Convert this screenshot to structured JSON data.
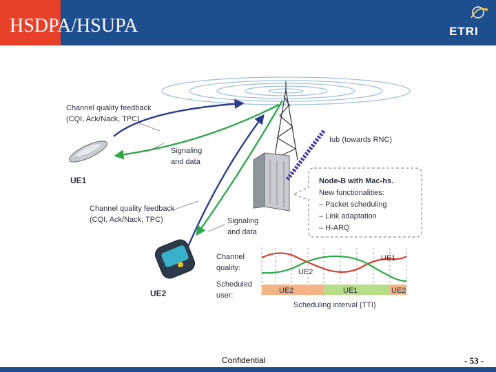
{
  "slide": {
    "title": "HSDPA/HSUPA",
    "logo": "ETRI",
    "footer": "Confidential",
    "page": "- 53 -"
  },
  "diagram": {
    "ue1_feedback_line1": "Channel quality feedback",
    "ue1_feedback_line2": "(CQI, Ack/Nack, TPC)",
    "ue1_signaling_line1": "Signaling",
    "ue1_signaling_line2": "and data",
    "ue1_label": "UE1",
    "ue2_feedback_line1": "Channel quality feedback",
    "ue2_feedback_line2": "(CQI, Ack/Nack, TPC)",
    "ue2_signaling_line1": "Signaling",
    "ue2_signaling_line2": "and data",
    "ue2_label": "UE2",
    "iub_label": "Iub (towards RNC)",
    "nodeb_title": "Node-B with Mac-hs.",
    "nodeb_lines": [
      "New functionalities:",
      "– Packet scheduling",
      "– Link adaptation",
      "– H-ARQ"
    ],
    "cq_label_line1": "Channel",
    "cq_label_line2": "quality:",
    "sched_label_line1": "Scheduled",
    "sched_label_line2": "user:",
    "curve_label_ue1": "UE1",
    "curve_label_ue2": "UE2",
    "sched_slots": [
      "UE2",
      "UE1",
      "UE2"
    ],
    "interval_label": "Scheduling interval (TTI)"
  },
  "colors": {
    "header": "#1f4e8f",
    "accent": "#e8412a",
    "feedback_arrow": "#2a3c8c",
    "signaling_arrow": "#2fa84a",
    "ue1_curve": "#2fa84a",
    "ue2_curve": "#d63a2a",
    "slot_ue2": "#f4b486",
    "slot_ue1": "#b9dc8a"
  },
  "icons": [
    "etri-logo-icon",
    "phone-icon",
    "pda-icon",
    "antenna-tower-icon",
    "cabinet-icon"
  ]
}
